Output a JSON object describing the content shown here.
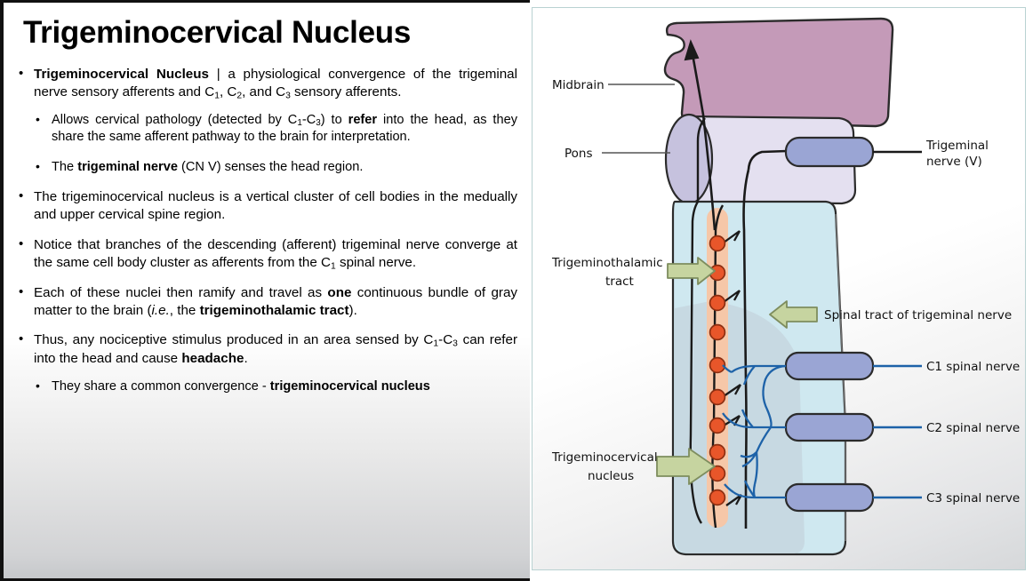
{
  "slide": {
    "title": "Trigeminocervical Nucleus"
  },
  "bullets": {
    "b1": {
      "lead": "Trigeminocervical Nucleus",
      "sep": " | ",
      "text_a": "a physiological convergence of the trigeminal nerve sensory afferents and C",
      "sub1": "1",
      "text_b": ", C",
      "sub2": "2",
      "text_c": ", and C",
      "sub3": "3",
      "text_d": " sensory afferents."
    },
    "b1a": {
      "t1": "Allows cervical pathology (detected by C",
      "s1": "1",
      "t2": "-C",
      "s2": "3",
      "t3": ") to ",
      "bold": "refer",
      "t4": " into the head, as they share the same afferent pathway to the brain for interpretation."
    },
    "b1b": {
      "t1": "The ",
      "bold": "trigeminal nerve",
      "t2": " (CN V) senses the head region."
    },
    "b2": {
      "text": "The trigeminocervical nucleus is a vertical cluster of cell bodies in the medually and upper cervical spine region."
    },
    "b3": {
      "t1": "Notice that branches of the descending (afferent) trigeminal nerve converge at the same cell body cluster as afferents from the C",
      "s1": "1",
      "t2": " spinal nerve."
    },
    "b4": {
      "t1": "Each of these nuclei then ramify and travel as ",
      "bold1": "one",
      "t2": " continuous bundle of gray matter to the brain (",
      "ital": "i.e.",
      "t3": ", the ",
      "bold2": "trigeminothalamic tract",
      "t4": ")."
    },
    "b5": {
      "t1": "Thus, any nociceptive stimulus produced in an area sensed by C",
      "s1": "1",
      "t2": "-C",
      "s2": "3",
      "t3": " can refer into the head and cause ",
      "bold": "headache",
      "t4": "."
    },
    "b5a": {
      "t1": "They share a common convergence - ",
      "bold": "trigeminocervical nucleus"
    }
  },
  "diagram": {
    "labels": {
      "midbrain": "Midbrain",
      "pons": "Pons",
      "trigeminal_nerve_l1": "Trigeminal",
      "trigeminal_nerve_l2": "nerve (V)",
      "trigeminothalamic_l1": "Trigeminothalamic",
      "trigeminothalamic_l2": "tract",
      "spinal_tract": "Spinal tract of trigeminal nerve",
      "trigeminocervical_l1": "Trigeminocervical",
      "trigeminocervical_l2": "nucleus",
      "c1": "C1 spinal nerve",
      "c2": "C2 spinal nerve",
      "c3": "C3 spinal nerve"
    },
    "colors": {
      "midbrain": "#c49ab8",
      "pons": "#ddd8ec",
      "pons_cap": "#c6c2de",
      "medulla": "#cfe8f0",
      "cord": "#c3d3dc",
      "tract": "#f6c7a8",
      "cell_body": "#e8562a",
      "ganglion": "#9aa5d4",
      "arrow_green": "#c6d4a0",
      "nerve_blue": "#1d62a8",
      "outline": "#2b2b2b"
    },
    "cell_bodies_y": [
      265,
      298,
      332,
      365,
      402,
      438,
      470,
      500,
      524,
      551
    ]
  }
}
